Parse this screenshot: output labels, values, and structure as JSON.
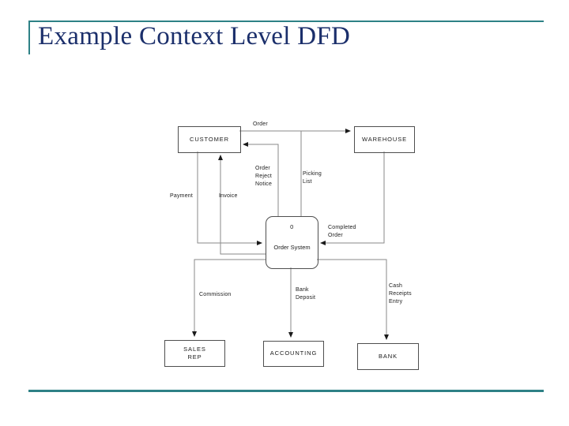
{
  "slide": {
    "title": "Example Context Level DFD",
    "accent_color": "#2e8186",
    "title_color": "#1b2f6b",
    "line_color": "#4f4f4f"
  },
  "diagram": {
    "type": "context-level-data-flow-diagram",
    "process": {
      "number": "0",
      "name": "Order\nSystem"
    },
    "entities": [
      {
        "id": "customer",
        "label": "CUSTOMER"
      },
      {
        "id": "warehouse",
        "label": "WAREHOUSE"
      },
      {
        "id": "sales-rep",
        "label": "SALES\nREP"
      },
      {
        "id": "accounting",
        "label": "ACCOUNTING"
      },
      {
        "id": "bank",
        "label": "BANK"
      }
    ],
    "flows": [
      {
        "id": "order",
        "label": "Order",
        "from": "customer",
        "to": "warehouse"
      },
      {
        "id": "order-reject-notice",
        "label": "Order\nReject\nNotice",
        "from": "process",
        "to": "customer"
      },
      {
        "id": "picking-list",
        "label": "Picking\nList",
        "from": "process",
        "to": "warehouse"
      },
      {
        "id": "payment",
        "label": "Payment",
        "from": "customer",
        "to": "process"
      },
      {
        "id": "invoice",
        "label": "Invoice",
        "from": "process",
        "to": "customer"
      },
      {
        "id": "completed-order",
        "label": "Completed\nOrder",
        "from": "warehouse",
        "to": "process"
      },
      {
        "id": "commission",
        "label": "Commission",
        "from": "process",
        "to": "sales-rep"
      },
      {
        "id": "bank-deposit",
        "label": "Bank\nDeposit",
        "from": "process",
        "to": "accounting"
      },
      {
        "id": "cash-receipts-entry",
        "label": "Cash\nReceipts\nEntry",
        "from": "process",
        "to": "bank"
      }
    ]
  }
}
